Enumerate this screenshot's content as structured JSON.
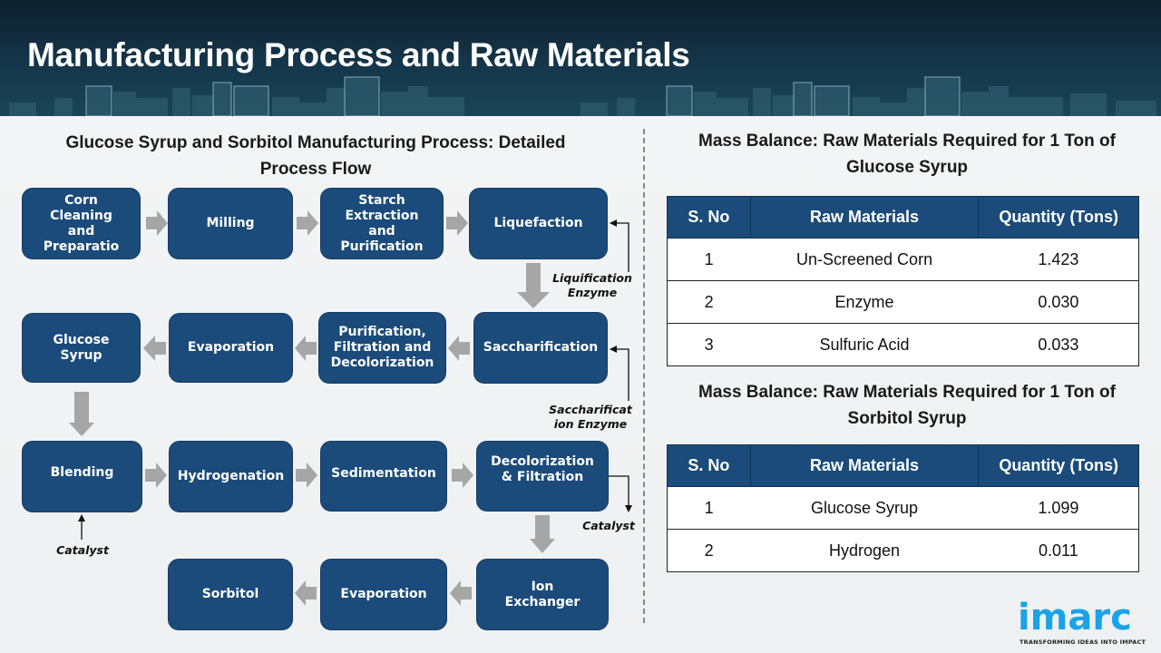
{
  "header": {
    "title": "Manufacturing Process and Raw Materials"
  },
  "process": {
    "title_line1": "Glucose Syrup and Sorbitol Manufacturing Process: Detailed",
    "title_line2": "Process Flow",
    "steps": {
      "corn_cleaning": [
        "Corn",
        "Cleaning",
        "and",
        "Preparatio"
      ],
      "milling": [
        "Milling"
      ],
      "starch_extraction": [
        "Starch",
        "Extraction",
        "and",
        "Purification"
      ],
      "liquefaction": [
        "Liquefaction"
      ],
      "saccharification": [
        "Saccharification"
      ],
      "purification": [
        "Purification,",
        "Filtration and",
        "Decolorization"
      ],
      "evaporation_1": [
        "Evaporation"
      ],
      "glucose_syrup": [
        "Glucose",
        "Syrup"
      ],
      "blending": [
        "Blending"
      ],
      "hydrogenation": [
        "Hydrogenation"
      ],
      "sedimentation": [
        "Sedimentation"
      ],
      "decolorization": [
        "Decolorization",
        "& Filtration"
      ],
      "ion_exchanger": [
        "Ion",
        "Exchanger"
      ],
      "evaporation_2": [
        "Evaporation"
      ],
      "sorbitol": [
        "Sorbitol"
      ]
    },
    "notes": {
      "liquification_enzyme": [
        "Liquification",
        "Enzyme"
      ],
      "saccharification_enzyme": [
        "Saccharificat",
        "ion Enzyme"
      ],
      "catalyst_out": "Catalyst",
      "catalyst_in": "Catalyst"
    },
    "colors": {
      "box": "#1b4b7a",
      "arrow": "#a6a6a6"
    }
  },
  "glucose_table": {
    "title_line1": "Mass Balance: Raw Materials Required for 1 Ton of",
    "title_line2": "Glucose Syrup",
    "headers": [
      "S. No",
      "Raw Materials",
      "Quantity (Tons)"
    ],
    "rows": [
      [
        "1",
        "Un-Screened Corn",
        "1.423"
      ],
      [
        "2",
        "Enzyme",
        "0.030"
      ],
      [
        "3",
        "Sulfuric Acid",
        "0.033"
      ]
    ]
  },
  "sorbitol_table": {
    "title_line1": "Mass Balance: Raw Materials Required for 1 Ton of",
    "title_line2": "Sorbitol Syrup",
    "headers": [
      "S. No",
      "Raw Materials",
      "Quantity (Tons)"
    ],
    "rows": [
      [
        "1",
        "Glucose Syrup",
        "1.099"
      ],
      [
        "2",
        "Hydrogen",
        "0.011"
      ]
    ]
  },
  "logo": {
    "word": "imarc",
    "tagline": "TRANSFORMING IDEAS INTO IMPACT",
    "color": "#1aa3e6"
  }
}
